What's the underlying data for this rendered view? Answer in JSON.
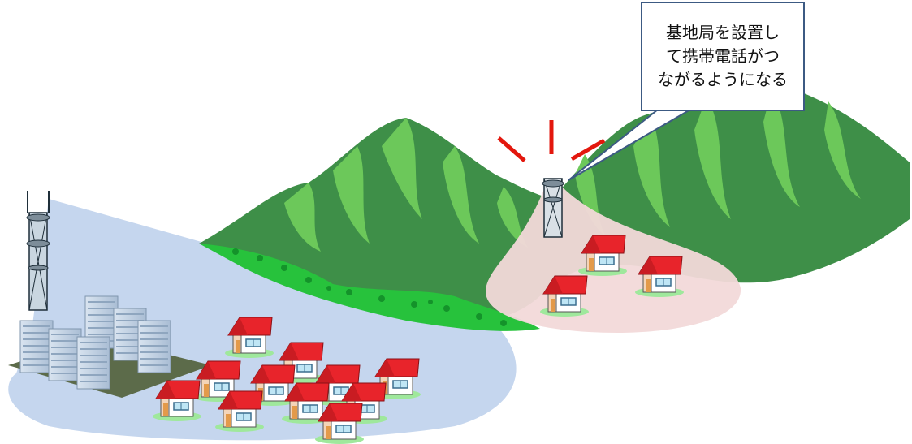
{
  "callout": {
    "lines": [
      "基地局を設置し",
      "て携帯電話がつ",
      "ながるようになる"
    ]
  },
  "colors": {
    "city_coverage": "#c5d6ee",
    "mountain_coverage": "#f2d9d9",
    "mountain_main": "#3e8f48",
    "mountain_light": "#6cc85a",
    "forest": "#27c23c",
    "signal": "#e3170d",
    "roof": "#e8242b",
    "callout_border": "#3c5a83"
  }
}
